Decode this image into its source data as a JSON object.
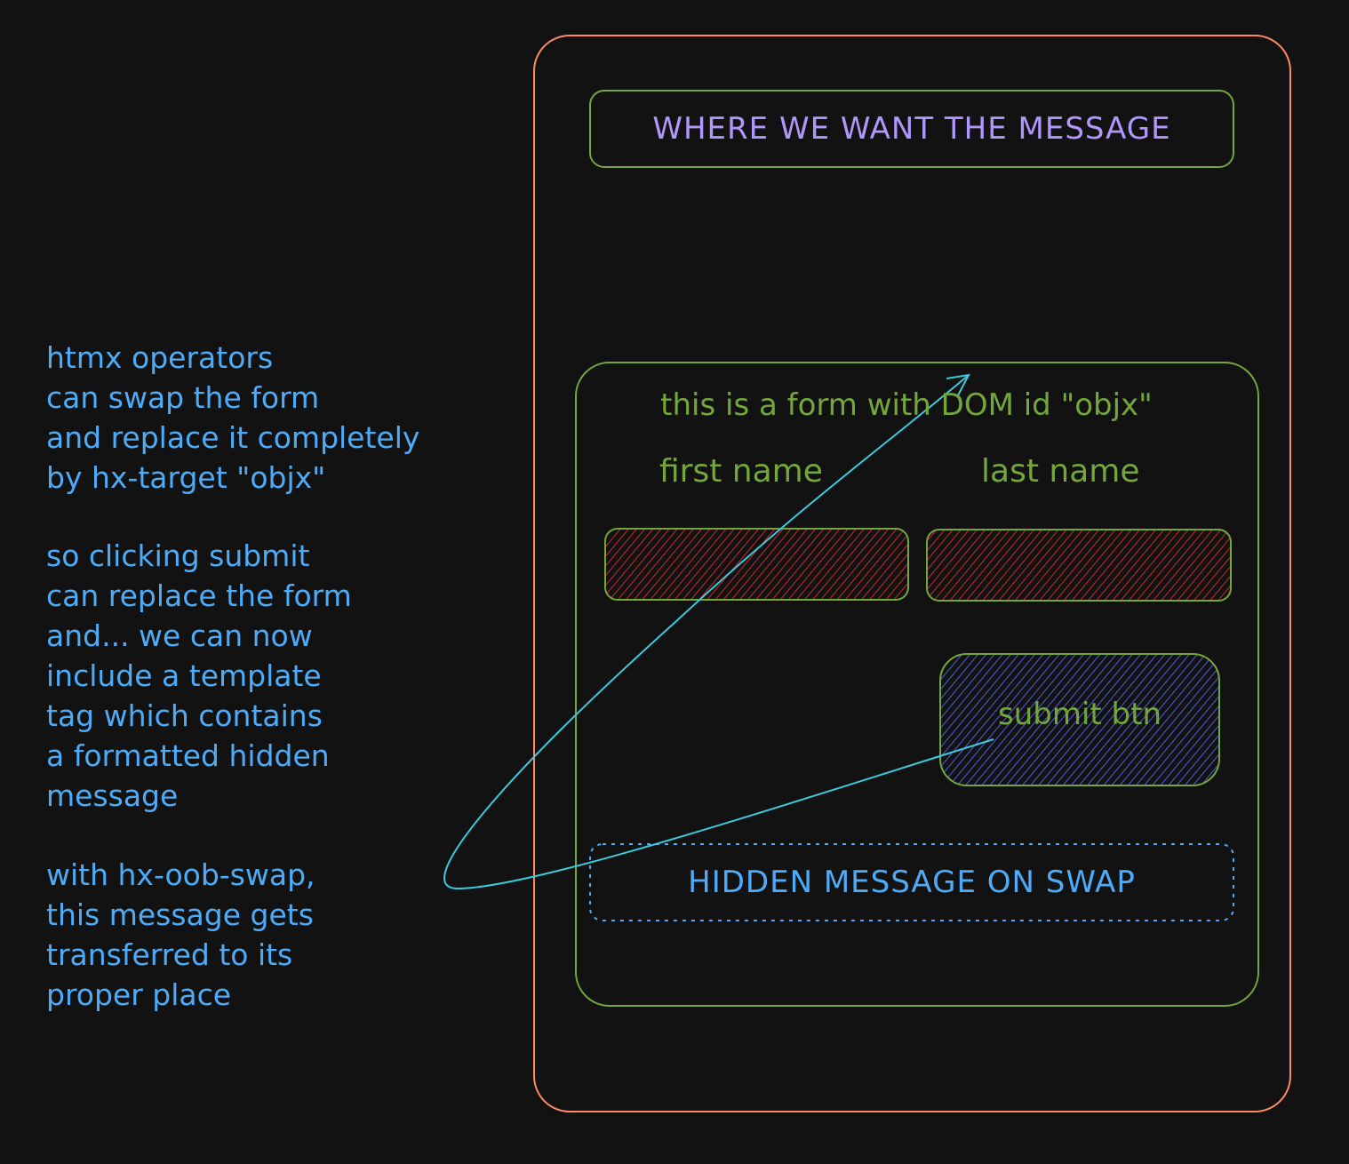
{
  "colors": {
    "background": "#121212",
    "outer_frame": "#ff8a65",
    "form_stroke": "#74a63c",
    "message_text": "#b197fc",
    "note_text": "#4dabf7",
    "input_hatch": "#e03131",
    "button_hatch": "#4c5fd7",
    "arrow": "#3bc9db"
  },
  "annotations": {
    "operators_note": "htmx operators\ncan swap the form\nand replace it completely\nby hx-target \"objx\"",
    "submit_note": "so clicking submit\ncan replace the form\nand... we can now\ninclude a template\ntag which contains\na formatted hidden\nmessage",
    "oob_note": "with hx-oob-swap,\nthis message gets\ntransferred to its\nproper place"
  },
  "page": {
    "message_target_label": "WHERE WE WANT THE MESSAGE"
  },
  "form": {
    "title": "this is a form with DOM id \"objx\"",
    "first_name_label": "first name",
    "last_name_label": "last name",
    "submit_label": "submit btn",
    "hidden_message_label": "HIDDEN MESSAGE ON SWAP"
  }
}
